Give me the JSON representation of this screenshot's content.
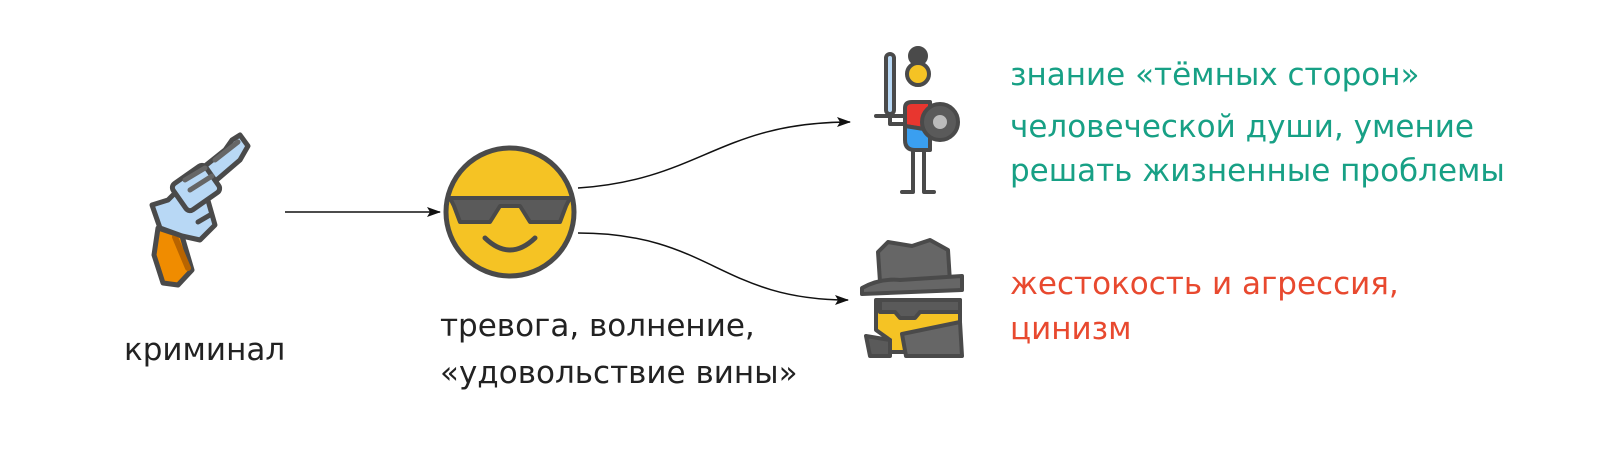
{
  "nodes": {
    "criminal": {
      "label": "криминал",
      "icon": "revolver-icon"
    },
    "emotion": {
      "lines": [
        "тревога, волнение,",
        "«удовольствие вины»"
      ],
      "icon": "sunglasses-smiley-icon"
    },
    "positive": {
      "lines": [
        "знание «тёмных сторон»",
        "человеческой души, умение",
        "решать жизненные проблемы"
      ],
      "icon": "knight-icon"
    },
    "negative": {
      "lines": [
        "жестокость и агрессия,",
        "цинизм"
      ],
      "icon": "spy-icon"
    }
  },
  "colors": {
    "positive": "#17a085",
    "negative": "#e8492f",
    "outline": "#4a4a4a"
  }
}
